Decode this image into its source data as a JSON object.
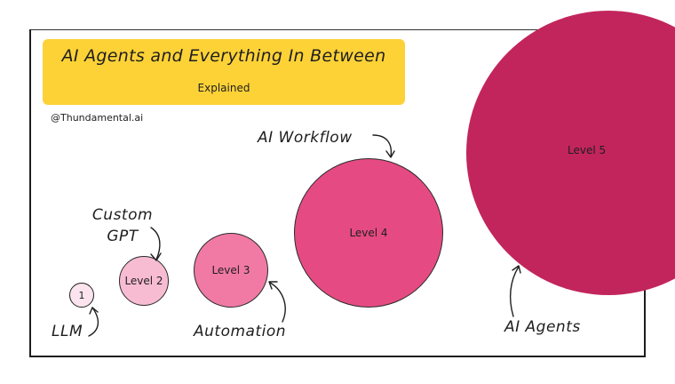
{
  "header": {
    "title": "AI Agents and Everything In Between",
    "subtitle": "Explained",
    "handle": "@Thundamental.ai"
  },
  "levels": [
    {
      "circle_label": "1",
      "caption": "LLM"
    },
    {
      "circle_label": "Level 2",
      "caption": "Custom GPT"
    },
    {
      "circle_label": "Level 3",
      "caption": "Automation"
    },
    {
      "circle_label": "Level 4",
      "caption": "AI Workflow"
    },
    {
      "circle_label": "Level 5",
      "caption": "AI Agents"
    }
  ],
  "colors": {
    "title_bg": "#fdd237",
    "level1": "#fbe4ee",
    "level2": "#f8bcd2",
    "level3": "#f07aa4",
    "level4": "#e54b82",
    "level5": "#c2255c"
  }
}
